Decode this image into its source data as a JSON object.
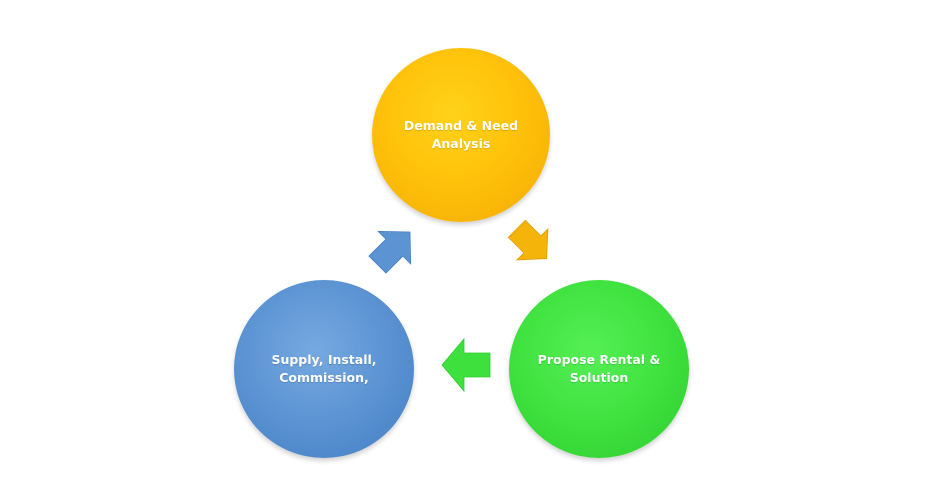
{
  "diagram": {
    "nodes": {
      "demand": {
        "label": "Demand & Need\nAnalysis",
        "color": "#ffc20a"
      },
      "propose": {
        "label": "Propose Rental &\nSolution",
        "color": "#3fe23f"
      },
      "supply": {
        "label": "Supply,  Install,\nCommission,",
        "color": "#5b93d3"
      }
    },
    "arrows": [
      {
        "from": "demand",
        "to": "propose",
        "color": "#f5b40a"
      },
      {
        "from": "propose",
        "to": "supply",
        "color": "#3ee03e"
      },
      {
        "from": "supply",
        "to": "demand",
        "color": "#5b93d3"
      }
    ]
  }
}
